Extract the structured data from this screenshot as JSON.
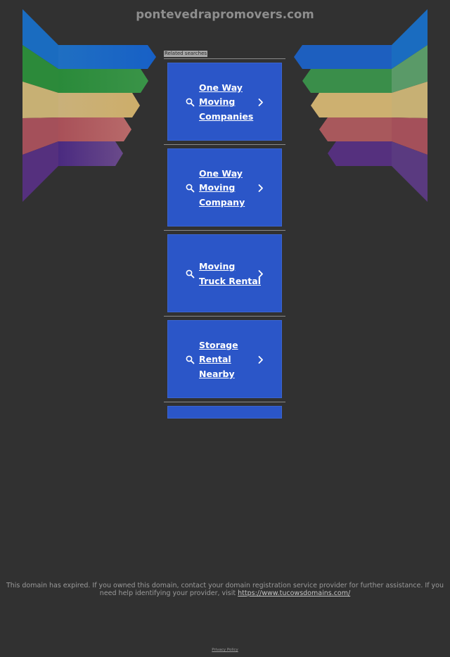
{
  "header": {
    "domain": "pontevedrapromovers.com"
  },
  "related": {
    "label": "Related searches",
    "items": [
      {
        "label": "One Way Moving Companies"
      },
      {
        "label": "One Way Moving Company"
      },
      {
        "label": "Moving Truck Rental"
      },
      {
        "label": "Storage Rental Nearby"
      }
    ]
  },
  "footer": {
    "notice": "This domain has expired. If you owned this domain, contact your domain registration service provider for further assistance. If you need help identifying your provider, visit",
    "link": "https://www.tucowsdomains.com/",
    "privacy": "Privacy Policy"
  },
  "colors": {
    "background": "#313131",
    "card": "#2b56c8",
    "title": "#8e8e8e"
  }
}
